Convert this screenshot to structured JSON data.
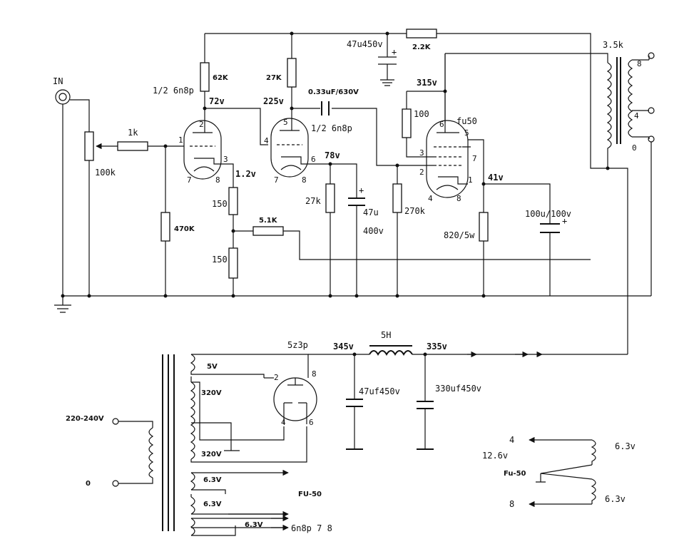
{
  "input": {
    "label": "IN",
    "pot": "100k",
    "grid_stop": "1k",
    "grid_leak": "470K"
  },
  "v1": {
    "name": "1/2 6n8p",
    "plate_res": "62K",
    "plate_v": "72v",
    "cathode_v": "1.2v",
    "k_res_top": "150",
    "k_res_bottom": "150",
    "fb_res": "5.1K",
    "pins": {
      "plate": "2",
      "grid": "1",
      "cathode": "3",
      "h1": "7",
      "h2": "8"
    }
  },
  "v2": {
    "name": "1/2 6n8p",
    "plate_res": "27K",
    "plate_v": "225v",
    "cathode_v": "78v",
    "k_res": "27k",
    "k_cap_value": "47u",
    "k_cap_voltage": "400v",
    "pins": {
      "plate": "5",
      "grid": "4",
      "cathode": "6",
      "h1": "7",
      "h2": "8"
    }
  },
  "coupling_cap": "0.33uF/630V",
  "supply": {
    "drop_res": "2.2K",
    "filter_cap": "47u450v"
  },
  "v3": {
    "name": "fu50",
    "screen_v": "315v",
    "screen_res": "100",
    "grid_leak": "270k",
    "cathode_v": "41v",
    "k_res": "820/5w",
    "k_cap": "100u/100v",
    "pins": {
      "p6": "6",
      "p5": "5",
      "p3": "3",
      "p2": "2",
      "p7": "7",
      "p1": "1",
      "p4": "4",
      "p8": "8"
    }
  },
  "output_transformer": {
    "primary": "3.5k",
    "taps": [
      "8",
      "4",
      "0"
    ]
  },
  "power": {
    "mains": "220-240V",
    "mains_zero": "0",
    "winding_5v": "5V",
    "winding_hv1": "320V",
    "winding_hv2": "320V",
    "heater1": "6.3V",
    "heater2": "6.3V",
    "heater3": "6.3V",
    "fu50_heater_label": "FU-50",
    "n8p_heater_label": "6n8p 7 8",
    "rectifier": "5z3p",
    "rect_pins": {
      "a": "2",
      "b": "8",
      "c": "4",
      "d": "6"
    },
    "v_pre_choke": "345v",
    "choke": "5H",
    "v_post_choke": "335v",
    "cap1": "47uf450v",
    "cap2": "330uf450v"
  },
  "heater_detail": {
    "pin4": "4",
    "pin8": "8",
    "series_label": "12.6v",
    "tube": "Fu-50",
    "top_winding": "6.3v",
    "bottom_winding": "6.3v"
  }
}
